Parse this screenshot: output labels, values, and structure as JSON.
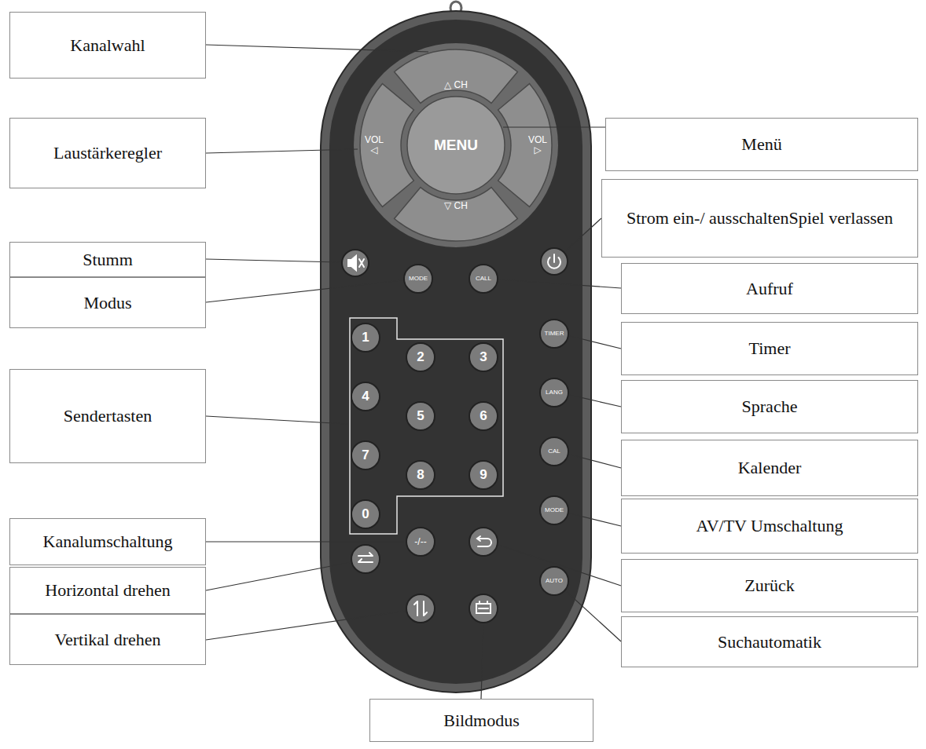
{
  "diagram": {
    "nodes": [
      {
        "text": [
          "Kanalwahl"
        ]
      },
      {
        "text": [
          "Menü"
        ]
      },
      {
        "text": [
          "Laustärkeregler"
        ]
      },
      {
        "text": [
          "Strom ein-/ ausschaltenSpiel verlassen"
        ]
      },
      {
        "text": [
          "Stumm"
        ]
      },
      {
        "text": [
          "Modus"
        ]
      },
      {
        "text": [
          "Aufruf"
        ]
      },
      {
        "text": [
          "Timer"
        ]
      },
      {
        "text": [
          "Sprache"
        ]
      },
      {
        "text": [
          "Sendertasten"
        ]
      },
      {
        "text": [
          "Kalender"
        ]
      },
      {
        "text": [
          "AV/TV Umschaltung"
        ]
      },
      {
        "text": [
          "Kanalumschaltung"
        ]
      },
      {
        "text": [
          "Zurück"
        ]
      },
      {
        "text": [
          "Horizontal drehen"
        ]
      },
      {
        "text": [
          "Suchautomatik"
        ]
      },
      {
        "text": [
          "Vertikal drehen"
        ]
      },
      {
        "text": [
          "Bildmodus"
        ]
      }
    ],
    "labels": [
      "△ CH",
      "VOL ◁",
      "MENU",
      "VOL ▷",
      "▽ CH",
      "MODE",
      "CALL",
      "TIMER",
      "LANG",
      "CAL",
      "MODE",
      "AUTO",
      "1",
      "2",
      "3",
      "4",
      "5",
      "6",
      "7",
      "8",
      "9",
      "0",
      "-/--"
    ]
  }
}
